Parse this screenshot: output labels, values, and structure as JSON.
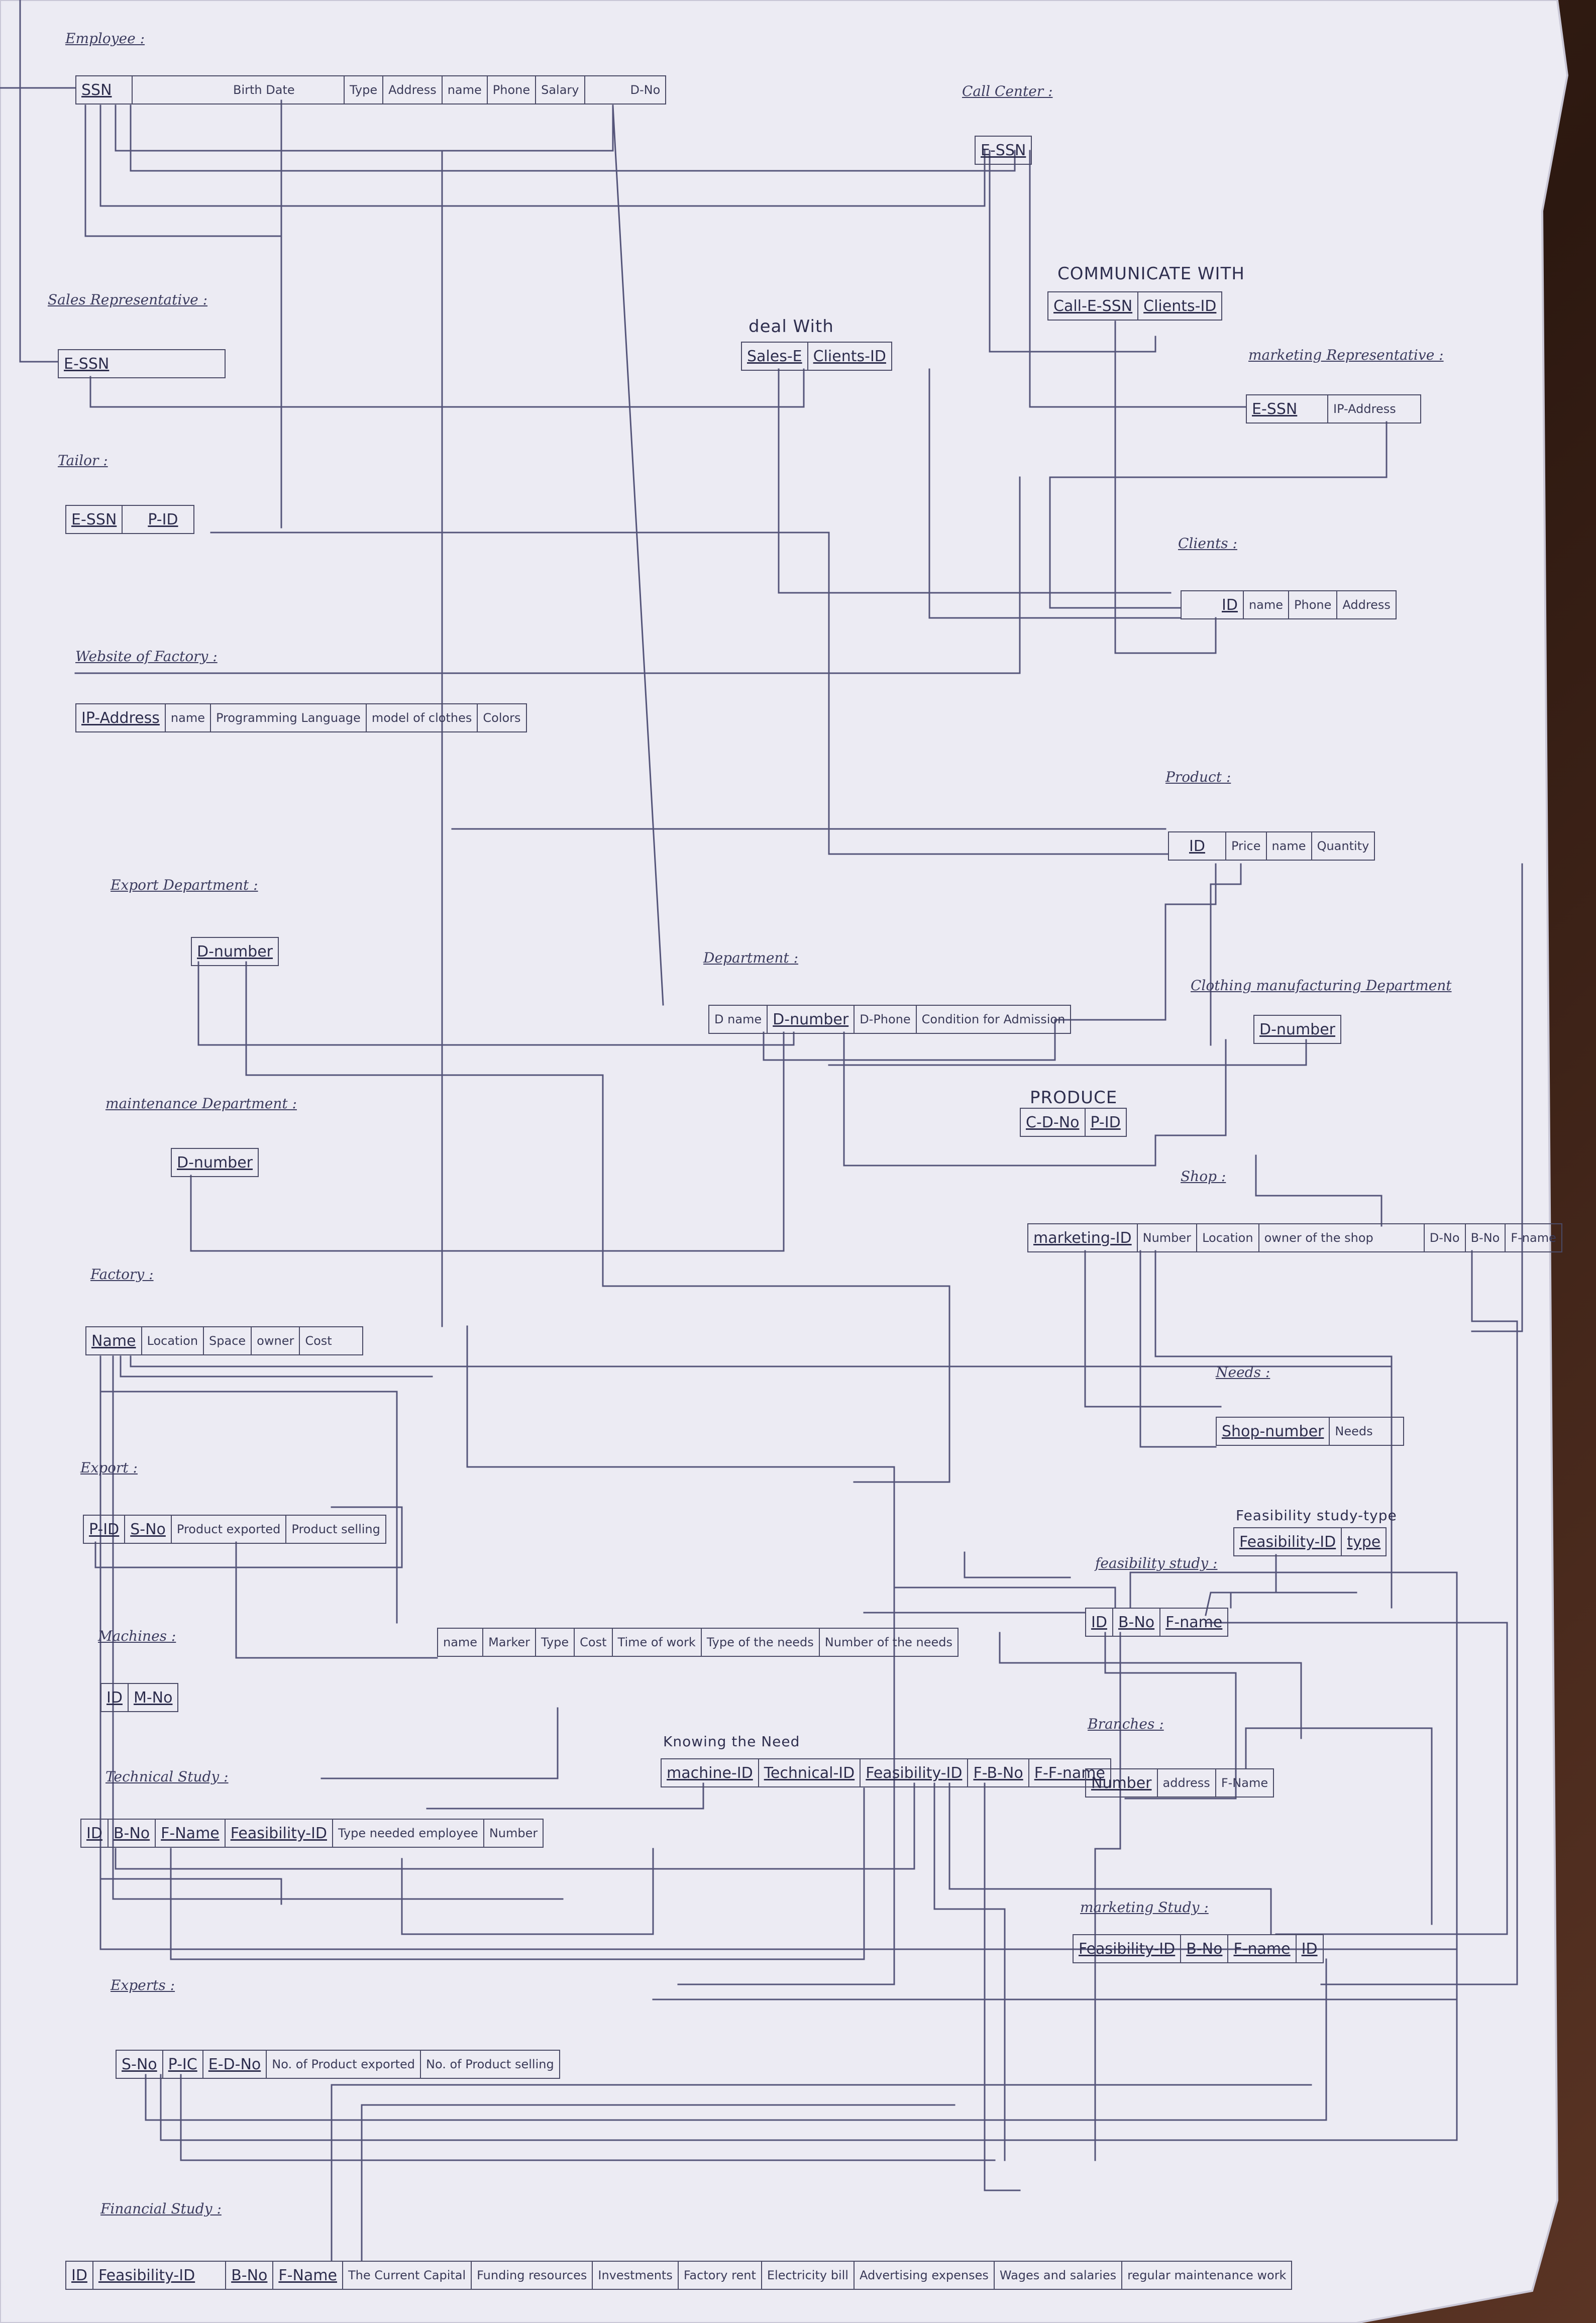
{
  "paper_color": "#ecebf3",
  "ink_color": "#4a4a66",
  "entities": {
    "employee": {
      "title": "Employee :",
      "fields": [
        "SSN",
        "Birth Date",
        "Type",
        "Address",
        "name",
        "Phone",
        "Salary",
        "D-No"
      ]
    },
    "call_center": {
      "title": "Call Center :",
      "fields": [
        "E-SSN"
      ]
    },
    "communicate_with": {
      "title": "COMMUNICATE WITH",
      "fields": [
        "Call-E-SSN",
        "Clients-ID"
      ]
    },
    "sales_representative": {
      "title": "Sales Representative :",
      "fields": [
        "E-SSN"
      ]
    },
    "deal_with": {
      "title": "deal With",
      "fields": [
        "Sales-E",
        "Clients-ID"
      ]
    },
    "marketing_representative": {
      "title": "marketing Representative :",
      "fields": [
        "E-SSN",
        "IP-Address"
      ]
    },
    "tailor": {
      "title": "Tailor :",
      "fields": [
        "E-SSN",
        "P-ID"
      ]
    },
    "clients": {
      "title": "Clients :",
      "fields": [
        "ID",
        "name",
        "Phone",
        "Address"
      ]
    },
    "website": {
      "title": "Website of Factory :",
      "fields": [
        "IP-Address",
        "name",
        "Programming Language",
        "model of clothes",
        "Colors"
      ]
    },
    "product": {
      "title": "Product :",
      "fields": [
        "ID",
        "Price",
        "name",
        "Quantity"
      ]
    },
    "export_department": {
      "title": "Export Department :",
      "fields": [
        "D-number"
      ]
    },
    "department": {
      "title": "Department :",
      "fields": [
        "D name",
        "D-number",
        "D-Phone",
        "Condition for Admission"
      ]
    },
    "clothing_manufacturing_department": {
      "title": "Clothing manufacturing Department",
      "fields": [
        "D-number"
      ]
    },
    "produce": {
      "title": "PRODUCE",
      "fields": [
        "C-D-No",
        "P-ID"
      ]
    },
    "maintenance_department": {
      "title": "maintenance Department :",
      "fields": [
        "D-number"
      ]
    },
    "shop": {
      "title": "Shop :",
      "fields": [
        "marketing-ID",
        "Number",
        "Location",
        "owner of the shop",
        "D-No",
        "B-No",
        "F-name"
      ]
    },
    "factory": {
      "title": "Factory :",
      "fields": [
        "Name",
        "Location",
        "Space",
        "owner",
        "Cost"
      ]
    },
    "needs": {
      "title": "Needs :",
      "fields": [
        "Shop-number",
        "Needs"
      ]
    },
    "export": {
      "title": "Export :",
      "fields": [
        "P-ID",
        "S-No",
        "Product exported",
        "Product selling"
      ]
    },
    "feasibility_study_type": {
      "title": "",
      "fields": [
        "Feasibility study-type",
        "Feasibility-ID",
        "type"
      ]
    },
    "feasibility_study": {
      "title": "feasibility study :",
      "fields": [
        "ID",
        "B-No",
        "F-name"
      ]
    },
    "machines": {
      "title": "Machines :",
      "fields": [
        "ID",
        "M-No",
        "name",
        "Marker",
        "Type",
        "Cost",
        "Time of work",
        "Type of the needs",
        "Number of the needs"
      ]
    },
    "knowing_the_need": {
      "title": "Knowing the Need",
      "fields": [
        "machine-ID",
        "Technical-ID",
        "Feasibility-ID",
        "F-B-No",
        "F-F-name"
      ]
    },
    "technical_study": {
      "title": "Technical Study :",
      "fields": [
        "ID",
        "B-No",
        "F-Name",
        "Feasibility-ID",
        "Type needed employee",
        "Number"
      ]
    },
    "branches": {
      "title": "Branches :",
      "fields": [
        "Number",
        "address",
        "F-Name"
      ]
    },
    "marketing_study": {
      "title": "marketing Study :",
      "fields": [
        "Feasibility-ID",
        "B-No",
        "F-name",
        "ID"
      ]
    },
    "experts": {
      "title": "Experts :",
      "fields": [
        "S-No",
        "P-IC",
        "E-D-No",
        "No. of Product exported",
        "No. of Product selling"
      ]
    },
    "financial_study": {
      "title": "Financial Study :",
      "fields": [
        "ID",
        "Feasibility-ID",
        "B-No",
        "F-Name",
        "The Current Capital",
        "Funding resources",
        "Investments",
        "Factory rent",
        "Electricity bill",
        "Advertising expenses",
        "Wages and salaries",
        "regular maintenance work"
      ]
    }
  }
}
